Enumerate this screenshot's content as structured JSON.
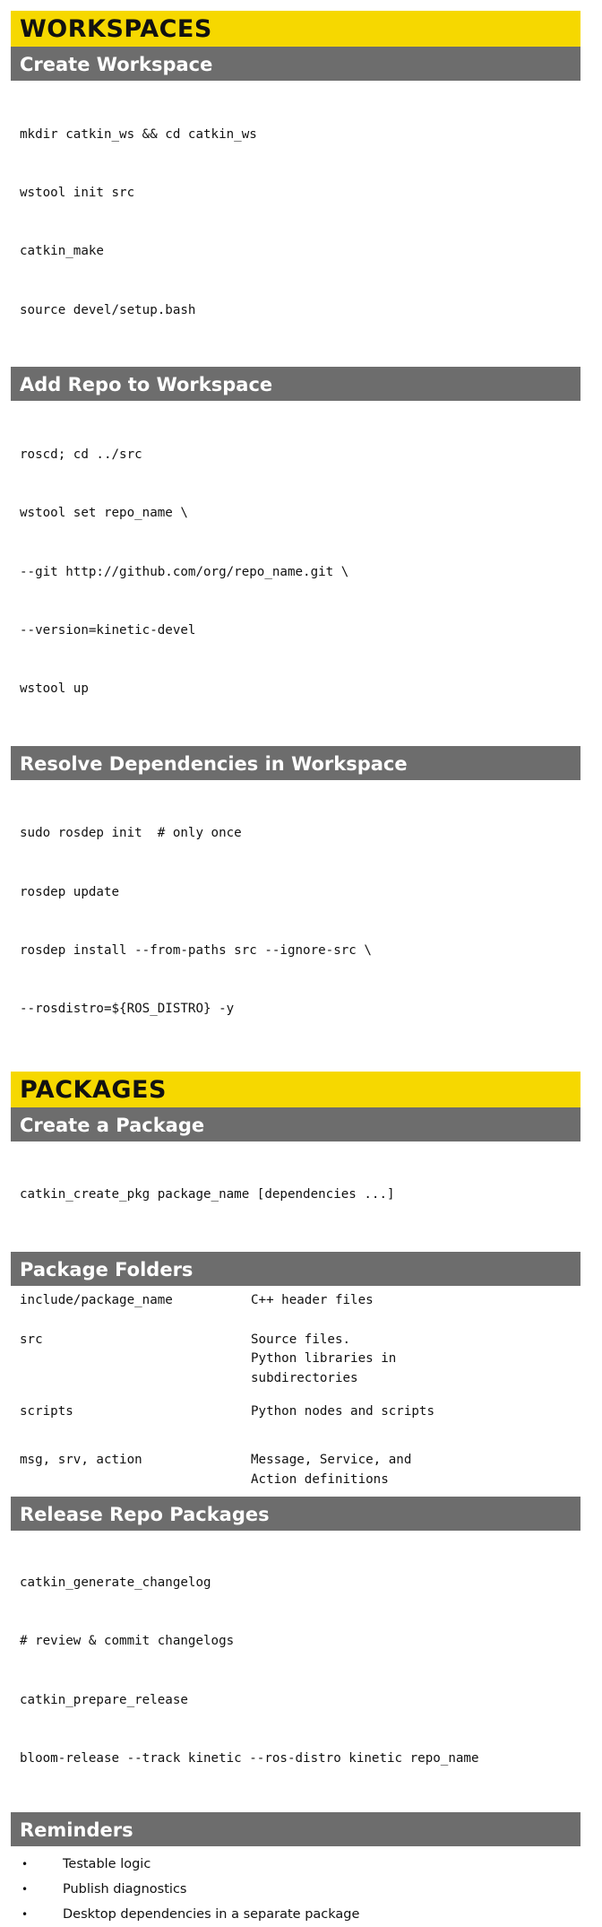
{
  "workspaces": {
    "title": "WORKSPACES",
    "sections": [
      {
        "heading": "Create Workspace",
        "lines": [
          "mkdir catkin_ws && cd catkin_ws",
          "wstool init src",
          "catkin_make",
          "source devel/setup.bash"
        ]
      },
      {
        "heading": "Add Repo to Workspace",
        "lines": [
          "roscd; cd ../src",
          "wstool set repo_name \\",
          "--git http://github.com/org/repo_name.git \\",
          "--version=kinetic-devel",
          "wstool up"
        ]
      },
      {
        "heading": "Resolve Dependencies in Workspace",
        "lines": [
          "sudo rosdep init  # only once",
          "rosdep update",
          "rosdep install --from-paths src --ignore-src \\",
          "--rosdistro=${ROS_DISTRO} -y"
        ]
      }
    ]
  },
  "packages": {
    "title": "PACKAGES",
    "create": {
      "heading": "Create a Package",
      "lines": [
        "catkin_create_pkg package_name [dependencies ...]"
      ]
    },
    "folders": {
      "heading": "Package Folders",
      "rows": [
        {
          "name": "include/package_name",
          "desc": [
            "C++ header files"
          ]
        },
        {
          "name": "src",
          "desc": [
            "Source files.",
            "Python libraries in",
            "subdirectories"
          ]
        },
        {
          "name": "scripts",
          "desc": [
            "Python nodes and scripts"
          ]
        },
        {
          "name": "msg, srv, action",
          "desc": [
            "Message, Service, and",
            "Action definitions"
          ]
        }
      ]
    },
    "release": {
      "heading": "Release Repo Packages",
      "lines": [
        "catkin_generate_changelog",
        "# review & commit changelogs",
        "catkin_prepare_release",
        "bloom-release --track kinetic --ros-distro kinetic repo_name"
      ]
    },
    "reminders": {
      "heading": "Reminders",
      "bullet": "•",
      "items": [
        "Testable logic",
        "Publish diagnostics",
        "Desktop dependencies in a separate package"
      ]
    }
  }
}
